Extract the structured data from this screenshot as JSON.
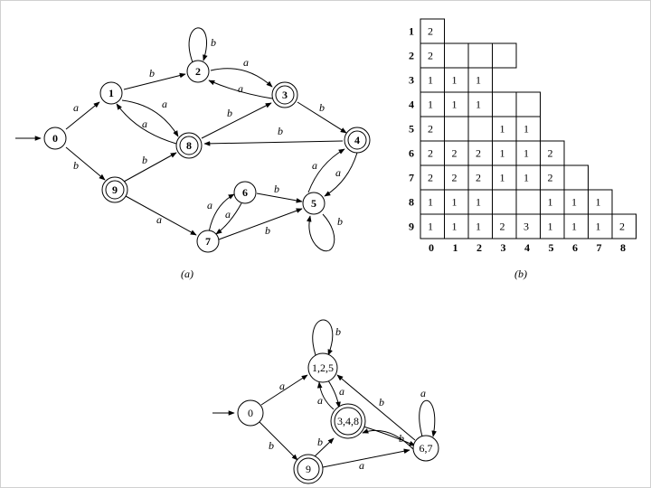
{
  "captions": {
    "a": "(a)",
    "b": "(b)"
  },
  "graph_a": {
    "states": [
      {
        "id": "0",
        "accepting": false
      },
      {
        "id": "1",
        "accepting": false
      },
      {
        "id": "2",
        "accepting": false
      },
      {
        "id": "3",
        "accepting": true
      },
      {
        "id": "4",
        "accepting": true
      },
      {
        "id": "5",
        "accepting": false
      },
      {
        "id": "6",
        "accepting": false
      },
      {
        "id": "7",
        "accepting": false
      },
      {
        "id": "8",
        "accepting": true
      },
      {
        "id": "9",
        "accepting": true
      }
    ],
    "start": "0",
    "transitions": [
      {
        "from": "0",
        "to": "1",
        "label": "a"
      },
      {
        "from": "0",
        "to": "9",
        "label": "b"
      },
      {
        "from": "1",
        "to": "2",
        "label": "b"
      },
      {
        "from": "1",
        "to": "8",
        "label": "a"
      },
      {
        "from": "8",
        "to": "1",
        "label": "a"
      },
      {
        "from": "2",
        "to": "2",
        "label": "b"
      },
      {
        "from": "2",
        "to": "3",
        "label": "a"
      },
      {
        "from": "3",
        "to": "2",
        "label": "a"
      },
      {
        "from": "8",
        "to": "3",
        "label": "b"
      },
      {
        "from": "3",
        "to": "4",
        "label": "b"
      },
      {
        "from": "4",
        "to": "8",
        "label": "b"
      },
      {
        "from": "9",
        "to": "8",
        "label": "b"
      },
      {
        "from": "9",
        "to": "7",
        "label": "a"
      },
      {
        "from": "7",
        "to": "6",
        "label": "a"
      },
      {
        "from": "6",
        "to": "7",
        "label": "a"
      },
      {
        "from": "6",
        "to": "5",
        "label": "b"
      },
      {
        "from": "7",
        "to": "5",
        "label": "b"
      },
      {
        "from": "5",
        "to": "4",
        "label": "a"
      },
      {
        "from": "4",
        "to": "5",
        "label": "a"
      },
      {
        "from": "5",
        "to": "5",
        "label": "b"
      }
    ]
  },
  "table_b": {
    "row_labels": [
      "1",
      "2",
      "3",
      "4",
      "5",
      "6",
      "7",
      "8",
      "9"
    ],
    "col_labels": [
      "0",
      "1",
      "2",
      "3",
      "4",
      "5",
      "6",
      "7",
      "8"
    ],
    "rows": [
      [
        "2"
      ],
      [
        "2",
        "",
        "",
        ""
      ],
      [
        "1",
        "1",
        "1"
      ],
      [
        "1",
        "1",
        "1",
        "",
        ""
      ],
      [
        "2",
        "",
        "",
        "1",
        "1"
      ],
      [
        "2",
        "2",
        "2",
        "1",
        "1",
        "2"
      ],
      [
        "2",
        "2",
        "2",
        "1",
        "1",
        "2",
        ""
      ],
      [
        "1",
        "1",
        "1",
        "",
        "",
        "1",
        "1",
        "1"
      ],
      [
        "1",
        "1",
        "1",
        "2",
        "3",
        "1",
        "1",
        "1",
        "2"
      ]
    ]
  },
  "graph_c": {
    "states": [
      {
        "id": "0",
        "accepting": false
      },
      {
        "id": "1,2,5",
        "accepting": false
      },
      {
        "id": "3,4,8",
        "accepting": true
      },
      {
        "id": "6,7",
        "accepting": false
      },
      {
        "id": "9",
        "accepting": true
      }
    ],
    "start": "0",
    "transitions": [
      {
        "from": "0",
        "to": "1,2,5",
        "label": "a"
      },
      {
        "from": "0",
        "to": "9",
        "label": "b"
      },
      {
        "from": "1,2,5",
        "to": "1,2,5",
        "label": "b"
      },
      {
        "from": "1,2,5",
        "to": "3,4,8",
        "label": "a"
      },
      {
        "from": "3,4,8",
        "to": "1,2,5",
        "label": "a"
      },
      {
        "from": "3,4,8",
        "to": "6,7",
        "label": "b"
      },
      {
        "from": "6,7",
        "to": "3,4,8",
        "label": "b"
      },
      {
        "from": "6,7",
        "to": "1,2,5",
        "label": "b"
      },
      {
        "from": "6,7",
        "to": "6,7",
        "label": "a"
      },
      {
        "from": "9",
        "to": "3,4,8",
        "label": "b"
      },
      {
        "from": "9",
        "to": "6,7",
        "label": "a"
      }
    ]
  }
}
